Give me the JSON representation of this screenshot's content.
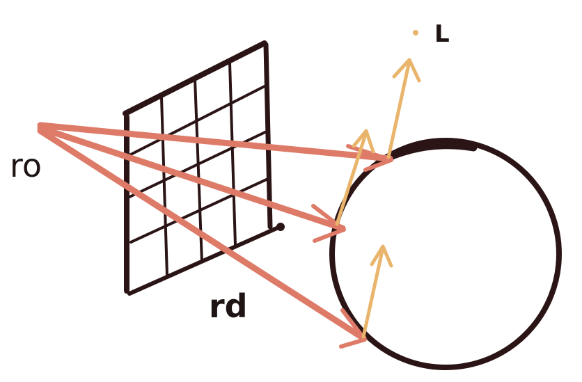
{
  "labels": {
    "ray_origin": "ro",
    "ray_direction": "rd",
    "light": "L"
  },
  "colors": {
    "ink": "#2b1416",
    "ray": "#de7a68",
    "normal": "#e9b56c",
    "background": "#ffffff"
  },
  "icons": {
    "light_source": "dot-icon"
  }
}
